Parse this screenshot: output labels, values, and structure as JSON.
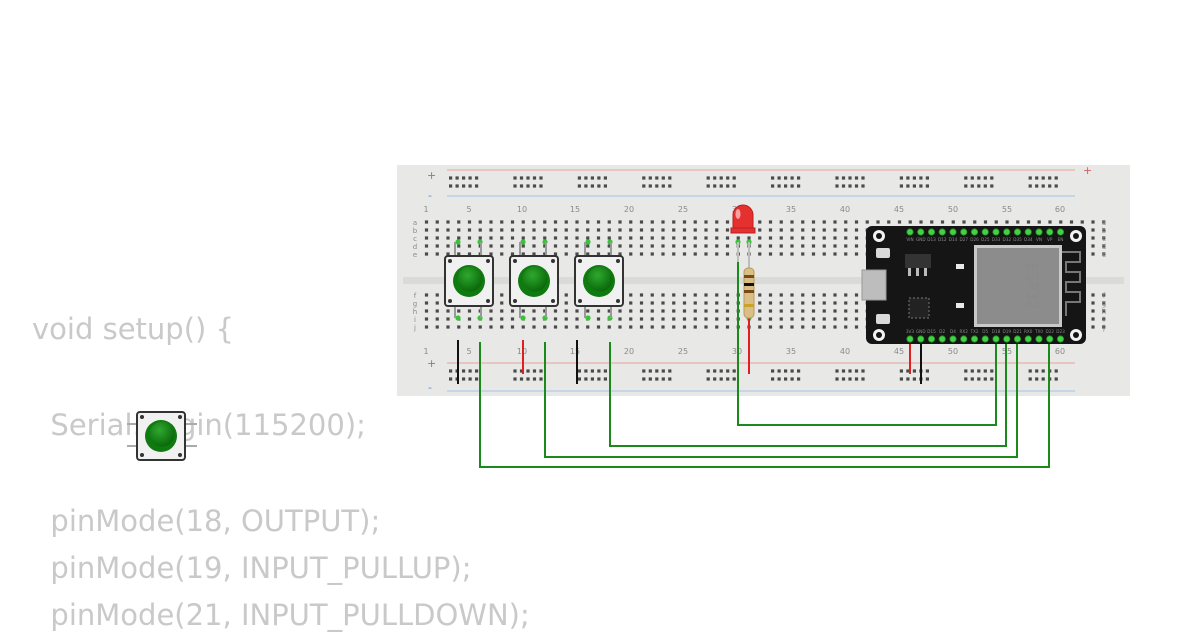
{
  "code_lines": [
    "void setup() {",
    "  Serial.begin(115200);",
    "",
    "  pinMode(18, OUTPUT);",
    "  pinMode(19, INPUT_PULLUP);",
    "  pinMode(21, INPUT_PULLDOWN);"
  ],
  "breadboard": {
    "plus_sign": "+",
    "minus_sign": "-",
    "row_labels_top": [
      "a",
      "b",
      "c",
      "d",
      "e"
    ],
    "row_labels_bottom": [
      "f",
      "g",
      "h",
      "i",
      "j"
    ],
    "column_numbers": [
      "1",
      "5",
      "10",
      "15",
      "20",
      "25",
      "30",
      "35",
      "40",
      "45",
      "50",
      "55",
      "60"
    ]
  },
  "esp32": {
    "label": "ESP32",
    "top_pins": [
      "VIN",
      "GND",
      "D13",
      "D12",
      "D14",
      "D27",
      "D26",
      "D25",
      "D33",
      "D32",
      "D35",
      "D34",
      "VN",
      "VP",
      "EN"
    ],
    "bottom_pins": [
      "3V3",
      "GND",
      "D15",
      "D2",
      "D4",
      "RX2",
      "TX2",
      "D5",
      "D18",
      "D19",
      "D21",
      "RX0",
      "TX0",
      "D22",
      "D23"
    ]
  },
  "colors": {
    "breadboard": "#e8e8e6",
    "wire_green": "#1a8a1a",
    "wire_red": "#e02020",
    "wire_black": "#111111",
    "button_cap": "#0f7a0f",
    "led_red": "#e53030",
    "board_black": "#151515"
  }
}
